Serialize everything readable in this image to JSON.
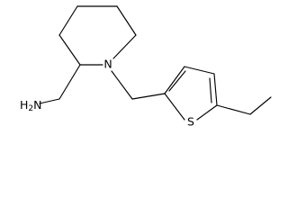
{
  "molecule": {
    "atoms": {
      "amine": {
        "element": "H",
        "count": "2",
        "element2": "N"
      },
      "ring_nitrogen": {
        "element": "N"
      },
      "sulfur": {
        "element": "S"
      }
    }
  }
}
